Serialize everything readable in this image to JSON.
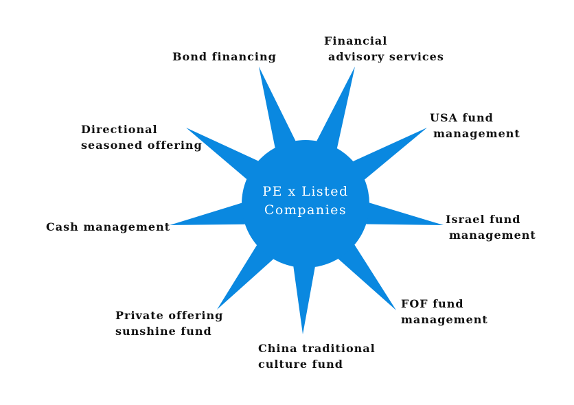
{
  "accent_color": "#0a88e0",
  "center": {
    "line1": "PE x Listed",
    "line2": "Companies"
  },
  "branches": [
    {
      "id": "bond",
      "lines": [
        "Bond financing"
      ]
    },
    {
      "id": "financial",
      "lines": [
        "Financial",
        "advisory services"
      ]
    },
    {
      "id": "usa",
      "lines": [
        "USA fund",
        "management"
      ]
    },
    {
      "id": "israel",
      "lines": [
        "Israel fund",
        "management"
      ]
    },
    {
      "id": "fof",
      "lines": [
        "FOF fund",
        "management"
      ]
    },
    {
      "id": "china",
      "lines": [
        "China traditional",
        "culture fund"
      ]
    },
    {
      "id": "private",
      "lines": [
        "Private offering",
        "sunshine fund"
      ]
    },
    {
      "id": "cash",
      "lines": [
        "Cash management"
      ]
    },
    {
      "id": "directional",
      "lines": [
        "Directional",
        "seasoned offering"
      ]
    }
  ]
}
